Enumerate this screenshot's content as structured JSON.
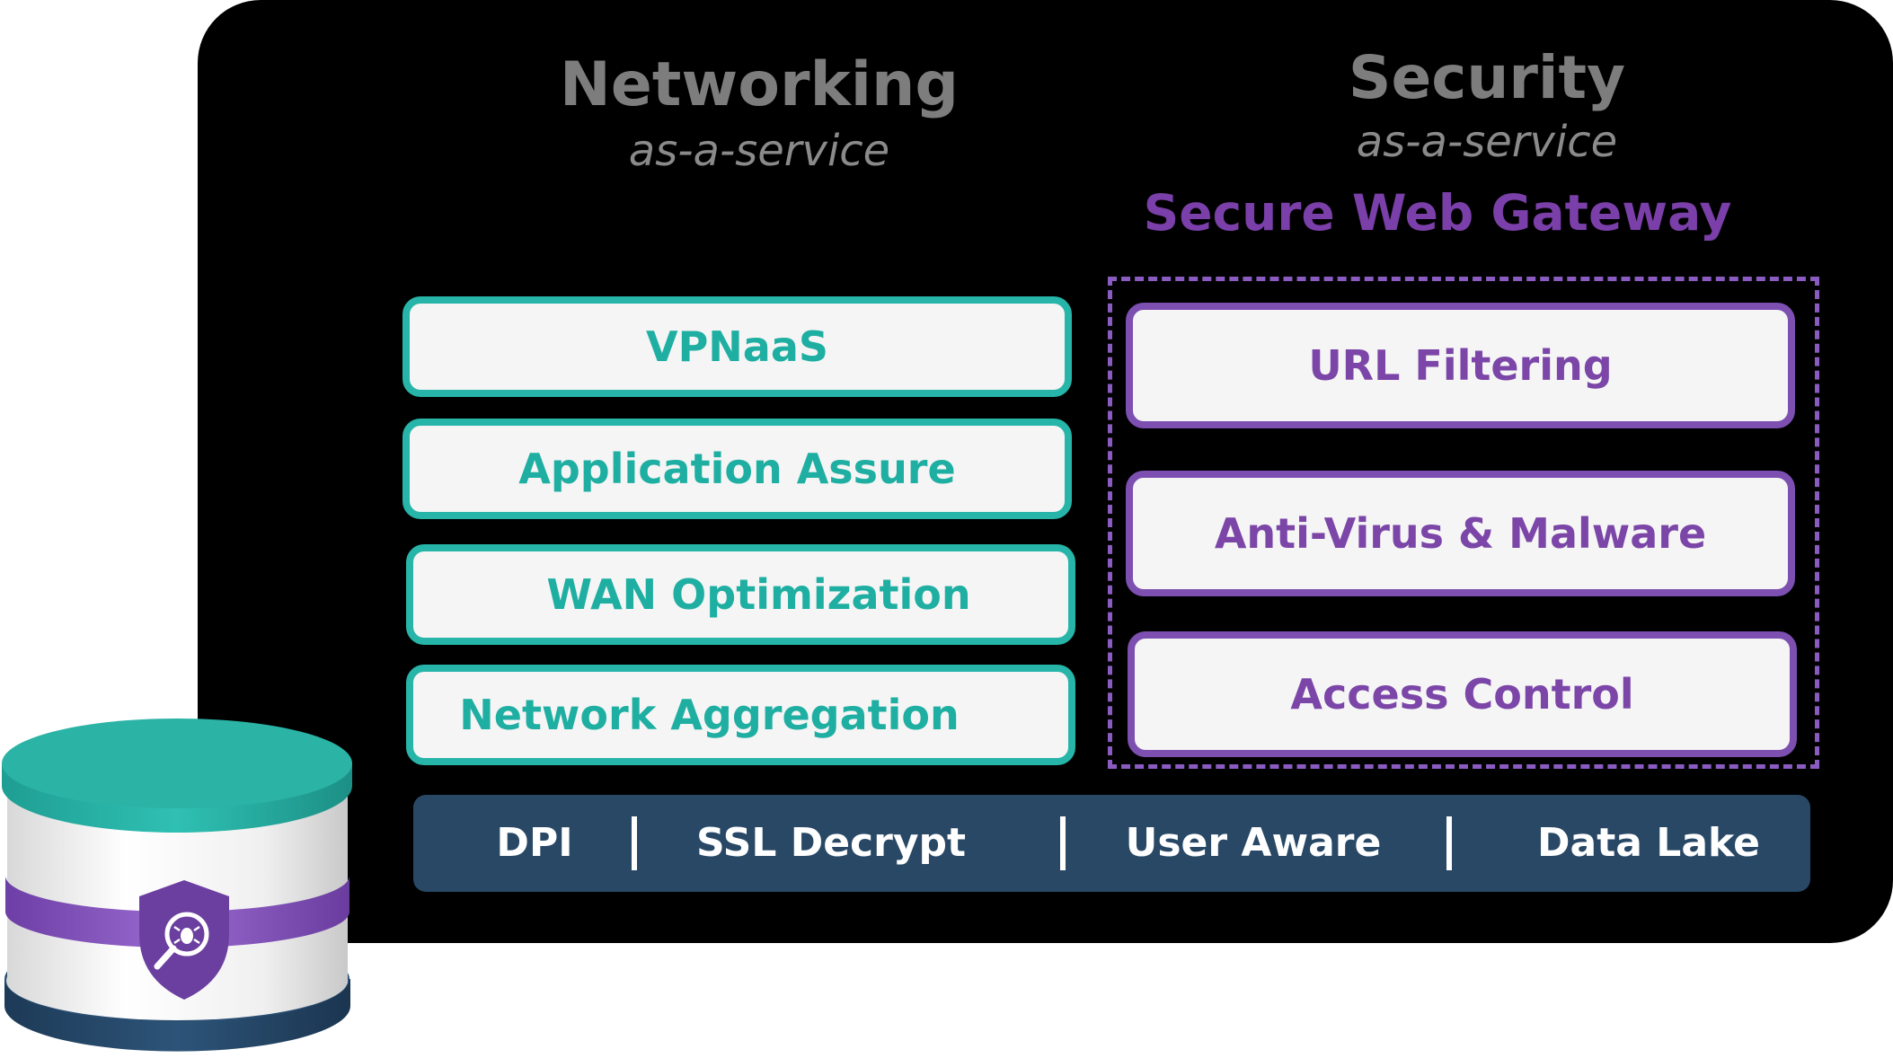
{
  "networking": {
    "title": "Networking",
    "subtitle": "as-a-service",
    "items": [
      "VPNaaS",
      "Application Assure",
      "WAN Optimization",
      "Network Aggregation"
    ]
  },
  "security": {
    "title": "Security",
    "subtitle": "as-a-service",
    "group_title": "Secure Web Gateway",
    "items": [
      "URL Filtering",
      "Anti-Virus & Malware",
      "Access Control"
    ]
  },
  "platform_bar": {
    "items": [
      "DPI",
      "SSL Decrypt",
      "User Aware",
      "Data Lake"
    ]
  },
  "colors": {
    "panel": "#000000",
    "networking_accent": "#26b5a8",
    "security_accent": "#7c4fb0",
    "bar": "#284866"
  },
  "icons": [
    "database-stack-icon",
    "shield-bug-search-icon"
  ]
}
